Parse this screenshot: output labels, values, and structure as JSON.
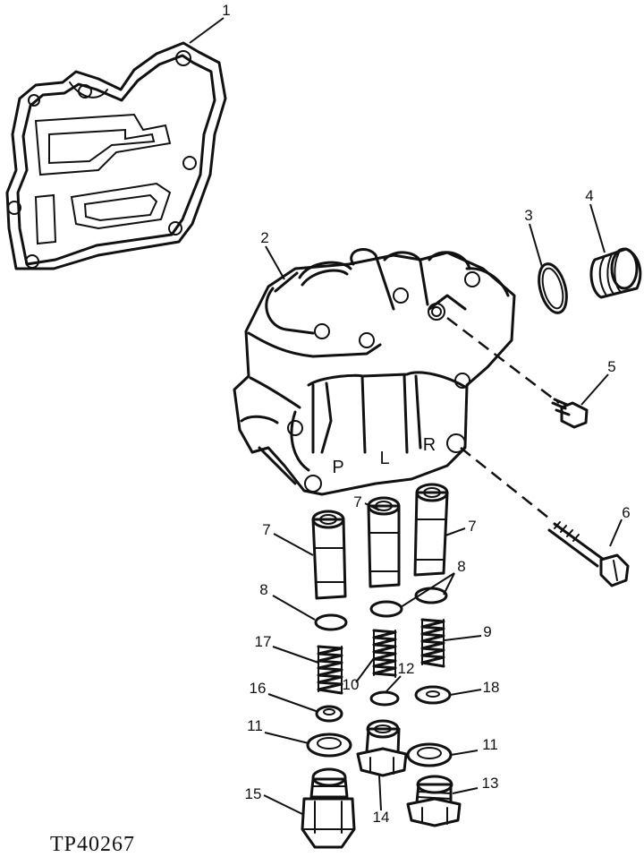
{
  "figure_id": "TP40267",
  "port_labels": [
    "P",
    "L",
    "R"
  ],
  "callouts": {
    "c1": "1",
    "c2": "2",
    "c3": "3",
    "c4": "4",
    "c5": "5",
    "c6": "6",
    "c7a": "7",
    "c7b": "7",
    "c7c": "7",
    "c8a": "8",
    "c8b": "8",
    "c9": "9",
    "c10": "10",
    "c11a": "11",
    "c11b": "11",
    "c12": "12",
    "c13": "13",
    "c14": "14",
    "c15": "15",
    "c16": "16",
    "c17": "17",
    "c18": "18"
  }
}
